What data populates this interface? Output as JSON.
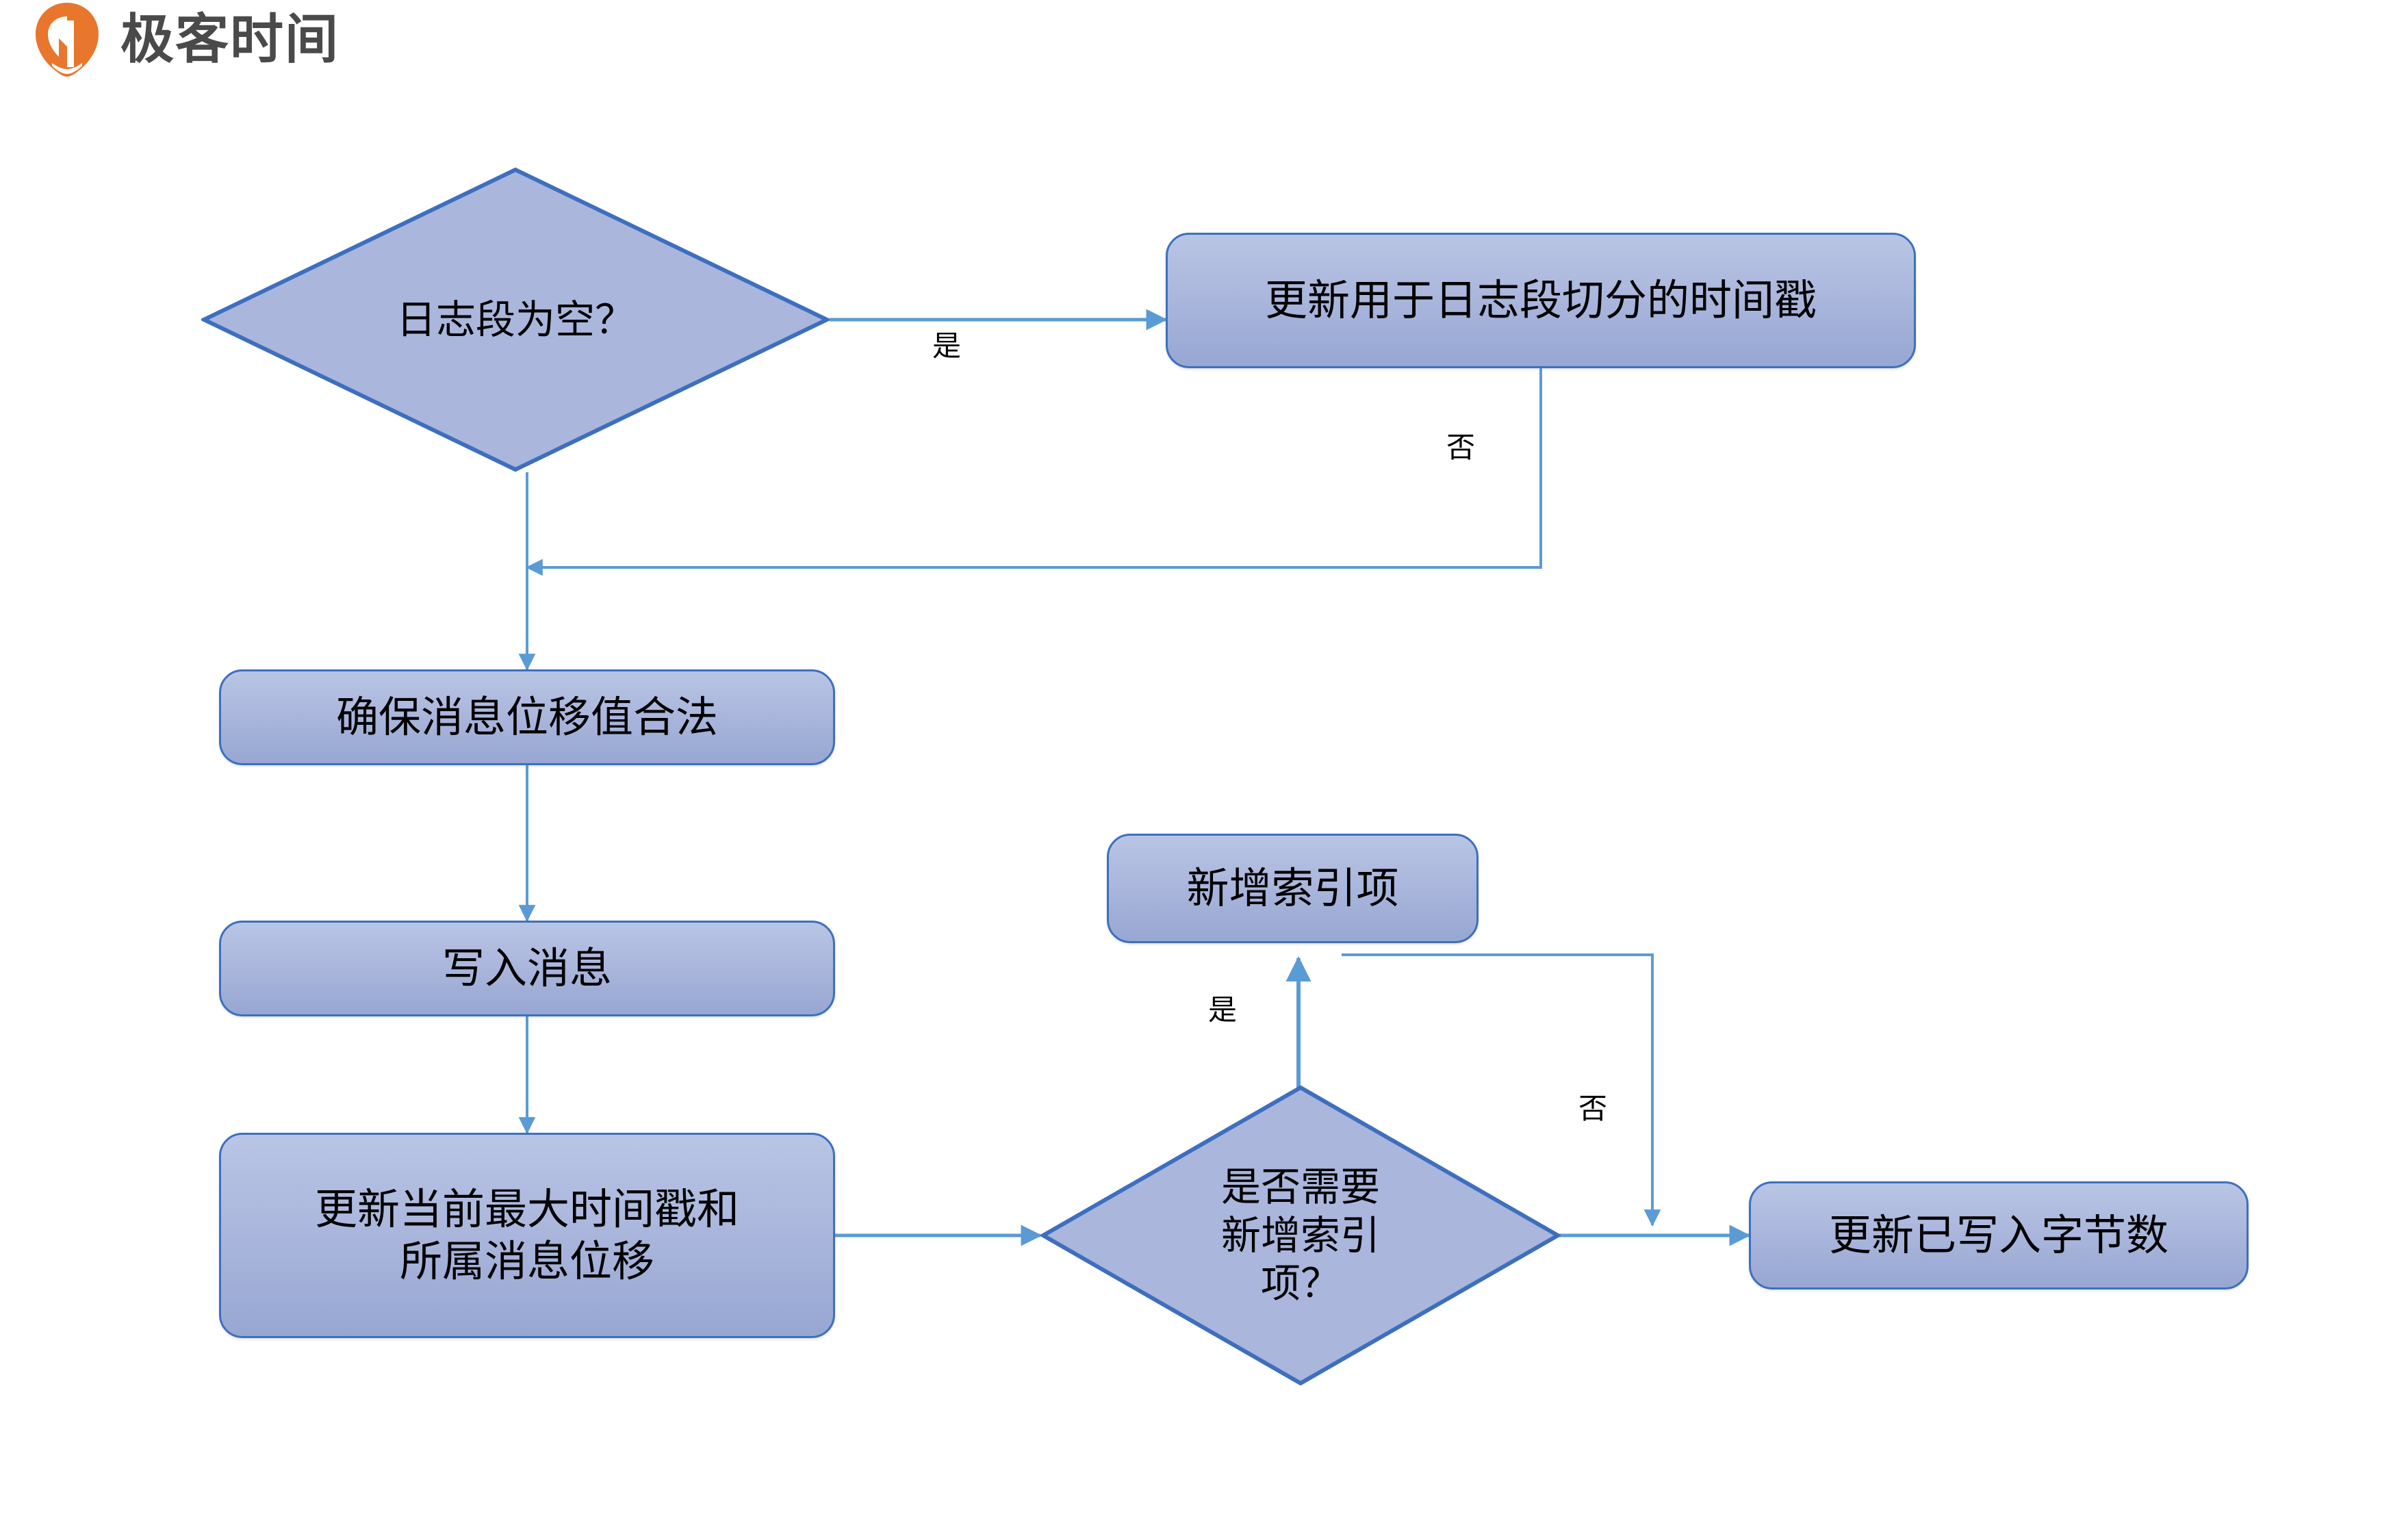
{
  "diagram": {
    "type": "flowchart",
    "title": "",
    "background_color": "#ffffff",
    "node_fill_color": "#aab6dc",
    "node_border_color": "#3e6fbf",
    "connector_color": "#5b9bd5",
    "text_color": "#000000",
    "nodes": [
      {
        "id": "n1",
        "shape": "decision",
        "text": "日志段为空？"
      },
      {
        "id": "n2",
        "shape": "process",
        "text": "更新用于日志段切分的时间戳"
      },
      {
        "id": "n3",
        "shape": "process",
        "text": "确保消息位移值合法"
      },
      {
        "id": "n4",
        "shape": "process",
        "text": "写入消息"
      },
      {
        "id": "n5",
        "shape": "process",
        "text": "更新当前最大时间戳和\n所属消息位移"
      },
      {
        "id": "n6",
        "shape": "decision",
        "text": "是否需要\n新增索引\n项？"
      },
      {
        "id": "n7",
        "shape": "process",
        "text": "新增索引项"
      },
      {
        "id": "n8",
        "shape": "process",
        "text": "更新已写入字节数"
      }
    ],
    "edges": [
      {
        "from": "n1",
        "to": "n2",
        "label": "是"
      },
      {
        "from": "n2",
        "to": "n3",
        "label": "否"
      },
      {
        "from": "n1",
        "to": "n3",
        "label": ""
      },
      {
        "from": "n3",
        "to": "n4",
        "label": ""
      },
      {
        "from": "n4",
        "to": "n5",
        "label": ""
      },
      {
        "from": "n5",
        "to": "n6",
        "label": ""
      },
      {
        "from": "n6",
        "to": "n7",
        "label": "是"
      },
      {
        "from": "n6",
        "to": "n8",
        "label": ""
      },
      {
        "from": "n7",
        "to": "n8",
        "label": "否"
      }
    ],
    "edge_labels": {
      "yes_top": "是",
      "no_top": "否",
      "yes_bottom": "是",
      "no_bottom": "否"
    }
  },
  "watermark": {
    "brand_name": "极客时间",
    "mark_color": "#e8762c",
    "text_color": "#4a4a4a"
  }
}
